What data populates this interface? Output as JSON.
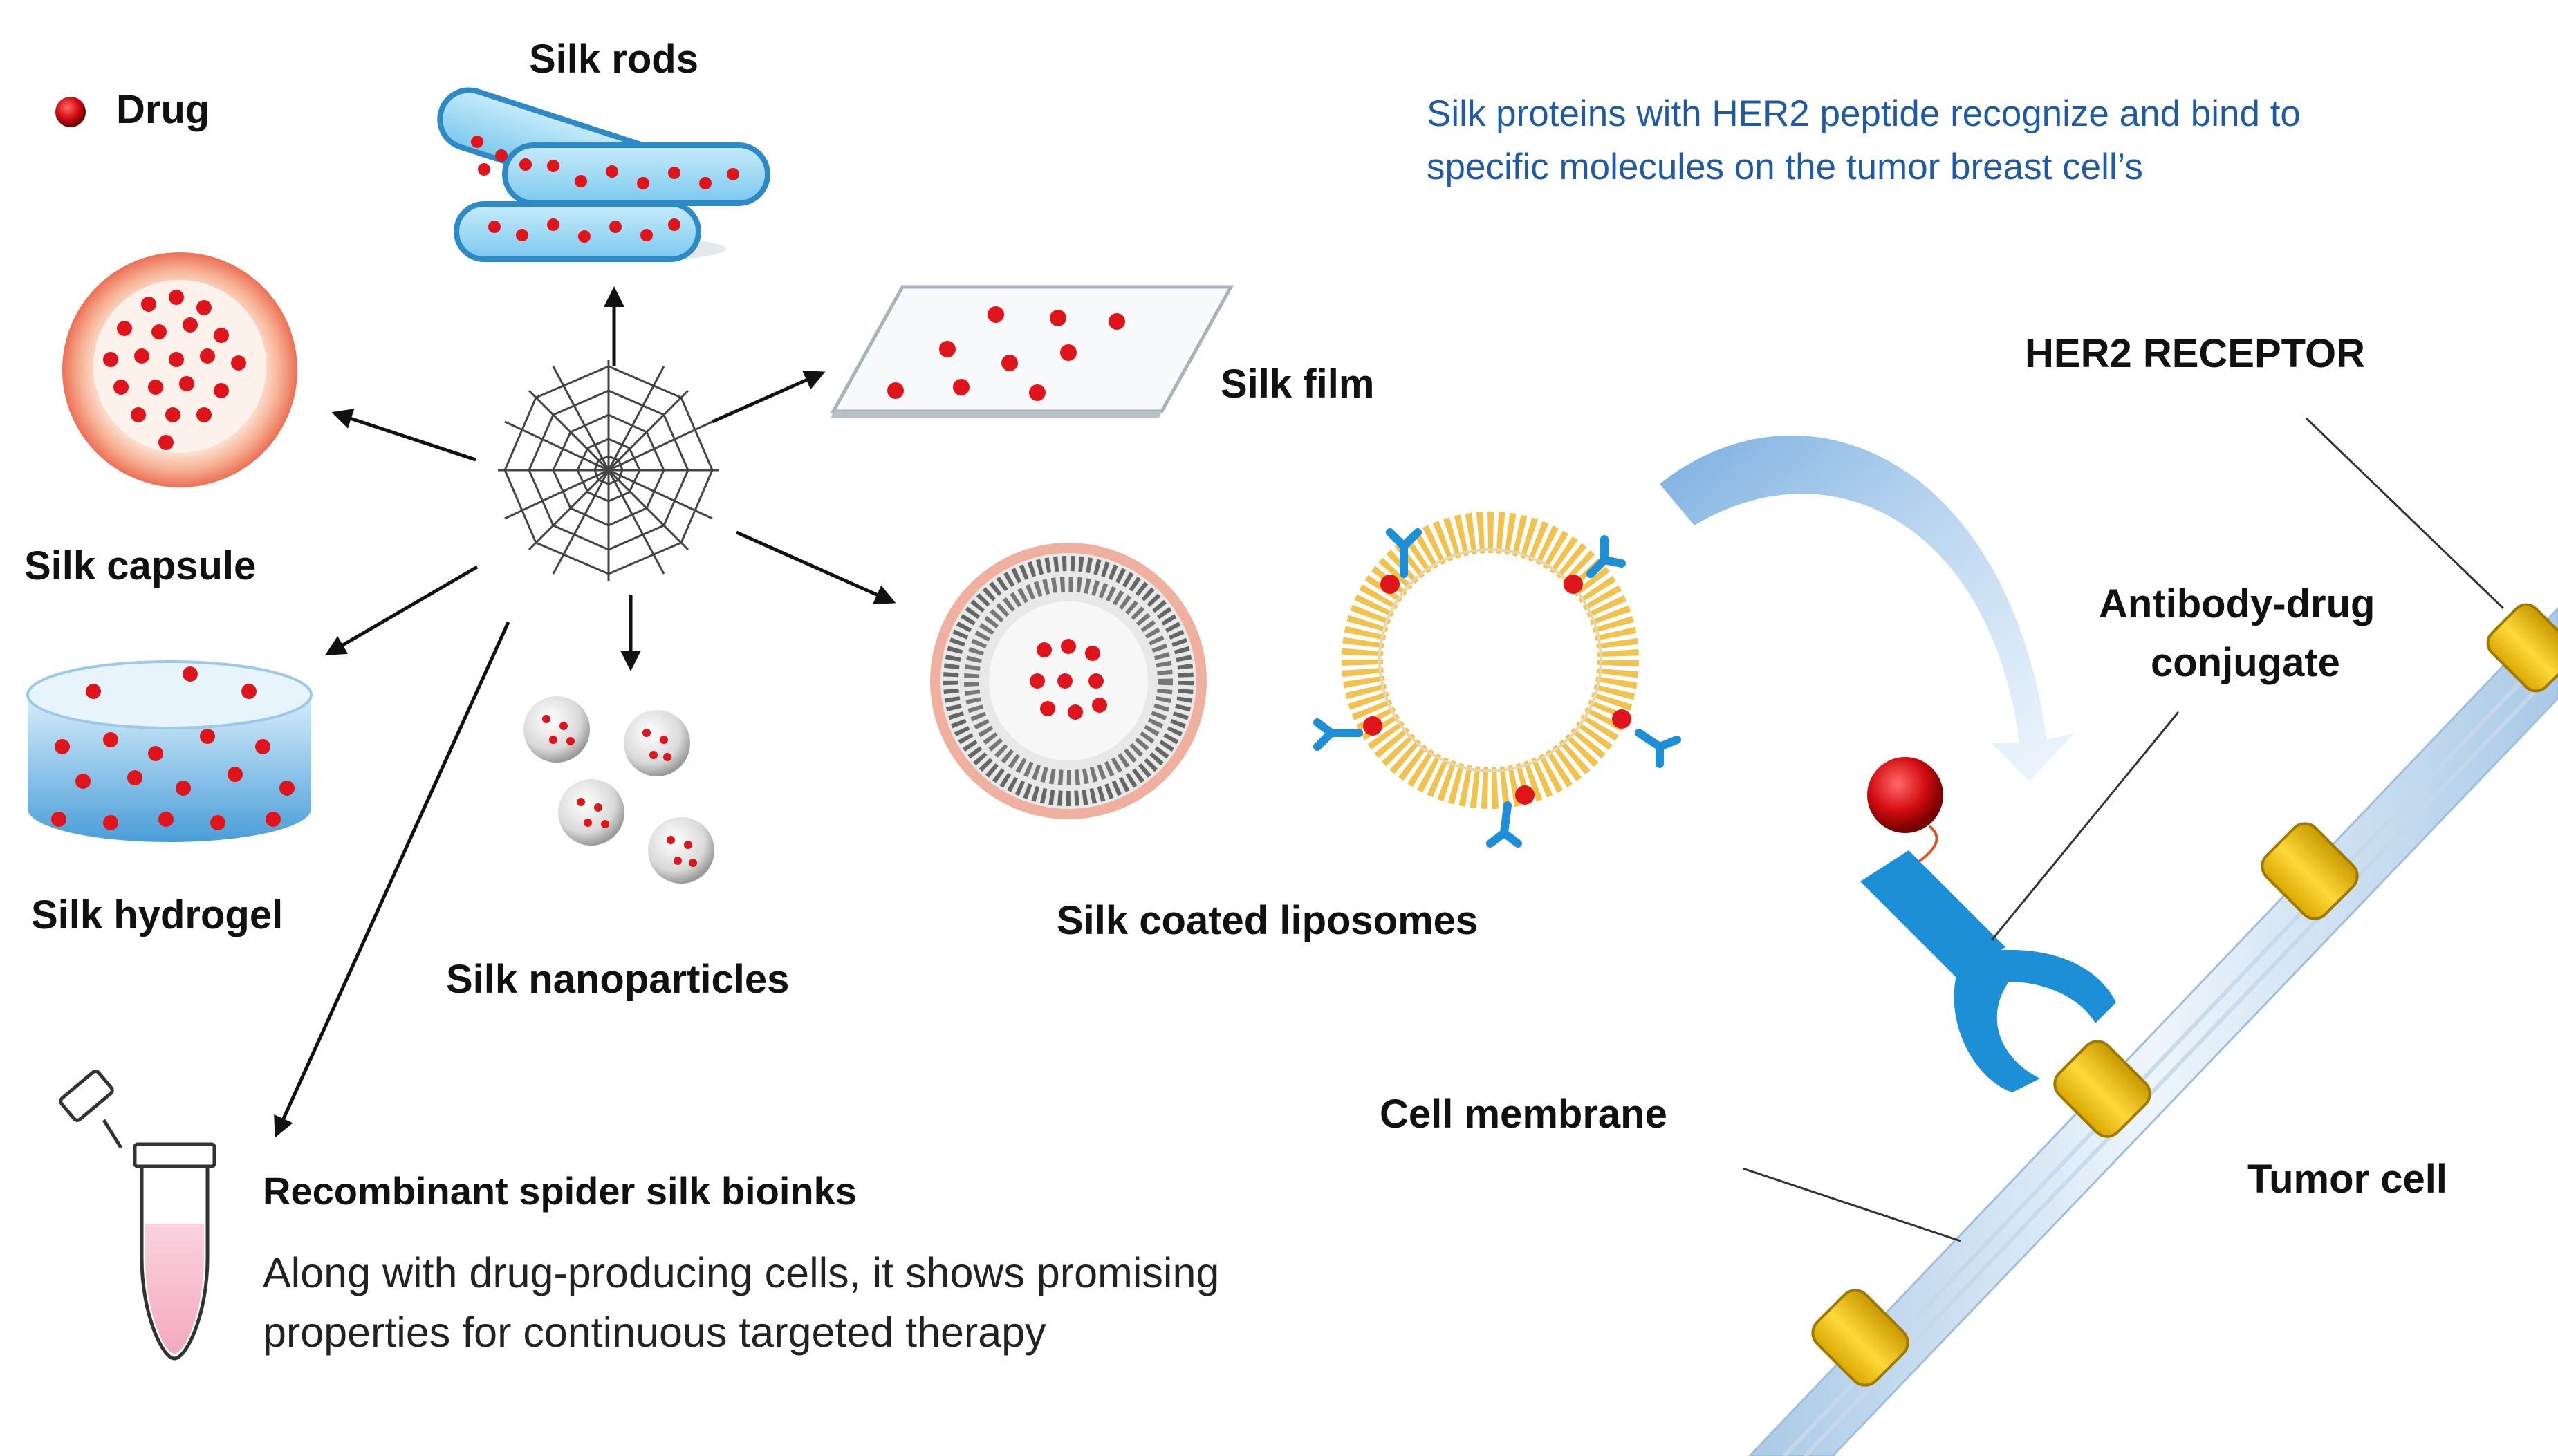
{
  "legend": {
    "drug_label": "Drug"
  },
  "labels": {
    "silk_rods": "Silk rods",
    "silk_film": "Silk film",
    "silk_capsule": "Silk capsule",
    "silk_hydrogel": "Silk hydrogel",
    "silk_nanoparticles": "Silk nanoparticles",
    "silk_coated_liposomes": "Silk coated liposomes",
    "her2_receptor": "HER2 RECEPTOR",
    "antibody_drug_line1": "Antibody-drug",
    "antibody_drug_line2": "conjugate",
    "cell_membrane": "Cell membrane",
    "tumor_cell": "Tumor cell"
  },
  "her2_note": {
    "line1": "Silk proteins with HER2 peptide recognize and bind to",
    "line2": "specific molecules on the tumor breast cell’s"
  },
  "bioinks": {
    "title": "Recombinant spider silk bioinks",
    "line1": "Along with drug-producing cells, it shows promising",
    "line2": "properties for continuous targeted therapy"
  },
  "colors": {
    "drug_red": "#e0151b",
    "note_blue": "#1f5aa6",
    "liposome_gold": "#f2c24f",
    "antibody_blue": "#1d8fd6",
    "receptor_yellow": "#f4c400",
    "membrane_blue": "#b8d4ea"
  }
}
